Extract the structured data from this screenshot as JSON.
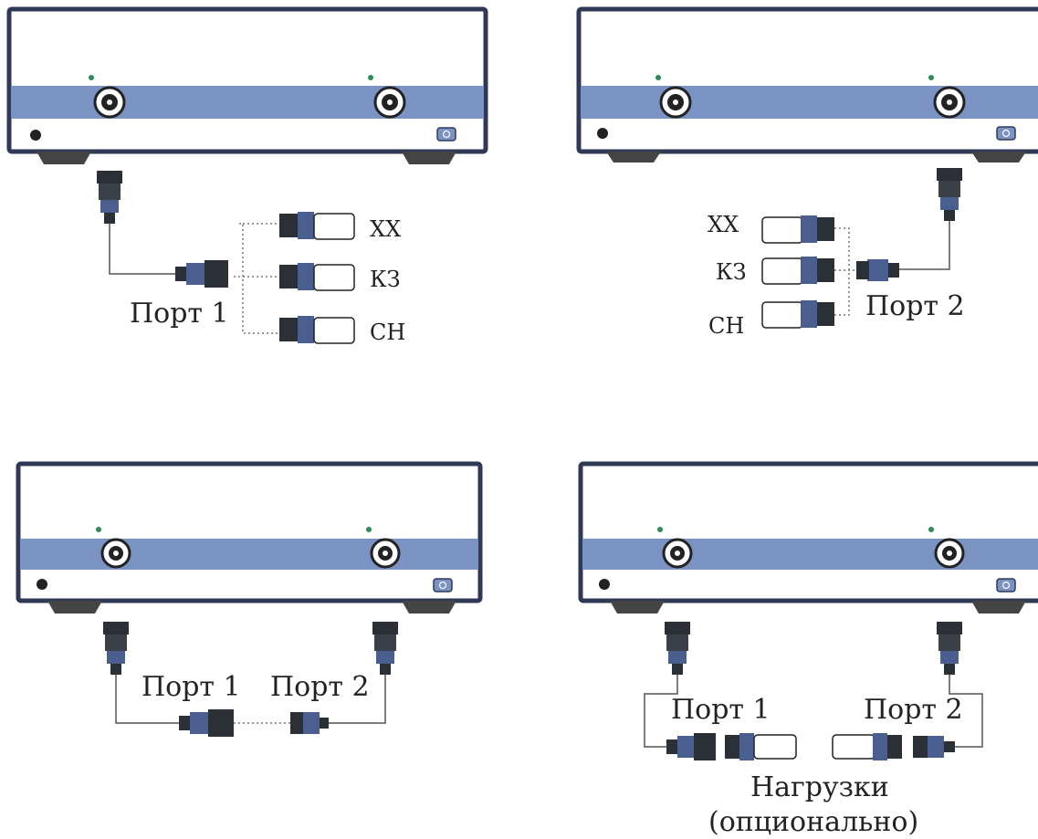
{
  "panels": [
    {
      "id": "panel-1",
      "labels": {
        "port": "Порт 1"
      },
      "standards": [
        "XX",
        "КЗ",
        "СН"
      ]
    },
    {
      "id": "panel-2",
      "labels": {
        "port": "Порт 2"
      },
      "standards": [
        "XX",
        "КЗ",
        "СН"
      ]
    },
    {
      "id": "panel-3",
      "labels": {
        "port1": "Порт 1",
        "port2": "Порт 2"
      }
    },
    {
      "id": "panel-4",
      "labels": {
        "port1": "Порт 1",
        "port2": "Порт 2",
        "loads": "Нагрузки",
        "optional": "(опционально)"
      }
    }
  ],
  "colors": {
    "frame": "#2e3a55",
    "stripe": "#7a93c2",
    "connector_dark": "#2b2f36",
    "connector_blue": "#4a5f8f",
    "led": "#2e8b57"
  }
}
